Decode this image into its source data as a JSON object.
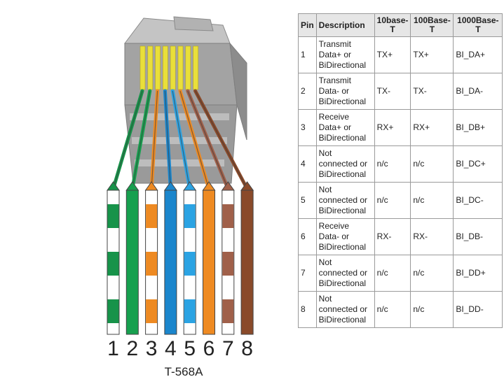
{
  "diagram": {
    "standard_label": "T-568A",
    "wires": [
      {
        "number": "1",
        "base": "#ffffff",
        "stripe": "#17934a",
        "striped": true
      },
      {
        "number": "2",
        "base": "#17a04f",
        "stripe": "#17a04f",
        "striped": false
      },
      {
        "number": "3",
        "base": "#ffffff",
        "stripe": "#ee8a22",
        "striped": true
      },
      {
        "number": "4",
        "base": "#1b86cc",
        "stripe": "#1b86cc",
        "striped": false
      },
      {
        "number": "5",
        "base": "#ffffff",
        "stripe": "#2ba3e3",
        "striped": true
      },
      {
        "number": "6",
        "base": "#ee8a22",
        "stripe": "#ee8a22",
        "striped": false
      },
      {
        "number": "7",
        "base": "#ffffff",
        "stripe": "#a0604a",
        "striped": true
      },
      {
        "number": "8",
        "base": "#8a4a2a",
        "stripe": "#8a4a2a",
        "striped": false
      }
    ],
    "colors": {
      "connector_body": "#9c9c9c",
      "connector_top": "#c4c4c4",
      "contacts": "#e9df3a"
    }
  },
  "table": {
    "headers": [
      "Pin",
      "Description",
      "10base-T",
      "100Base-T",
      "1000Base-T"
    ],
    "rows": [
      {
        "pin": "1",
        "desc": [
          "Transmit",
          "Data+ or",
          "BiDirectional"
        ],
        "t10": "TX+",
        "t100": "TX+",
        "t1000": "BI_DA+"
      },
      {
        "pin": "2",
        "desc": [
          "Transmit",
          "Data- or",
          "BiDirectional"
        ],
        "t10": "TX-",
        "t100": "TX-",
        "t1000": "BI_DA-"
      },
      {
        "pin": "3",
        "desc": [
          "Receive",
          "Data+ or",
          "BiDirectional"
        ],
        "t10": "RX+",
        "t100": "RX+",
        "t1000": "BI_DB+"
      },
      {
        "pin": "4",
        "desc": [
          "Not",
          "connected or",
          "BiDirectional"
        ],
        "t10": "n/c",
        "t100": "n/c",
        "t1000": "BI_DC+"
      },
      {
        "pin": "5",
        "desc": [
          "Not",
          "connected or",
          "BiDirectional"
        ],
        "t10": "n/c",
        "t100": "n/c",
        "t1000": "BI_DC-"
      },
      {
        "pin": "6",
        "desc": [
          "Receive",
          "Data- or",
          "BiDirectional"
        ],
        "t10": "RX-",
        "t100": "RX-",
        "t1000": "BI_DB-"
      },
      {
        "pin": "7",
        "desc": [
          "Not",
          "connected or",
          "BiDirectional"
        ],
        "t10": "n/c",
        "t100": "n/c",
        "t1000": "BI_DD+"
      },
      {
        "pin": "8",
        "desc": [
          "Not",
          "connected or",
          "BiDirectional"
        ],
        "t10": "n/c",
        "t100": "n/c",
        "t1000": "BI_DD-"
      }
    ]
  }
}
